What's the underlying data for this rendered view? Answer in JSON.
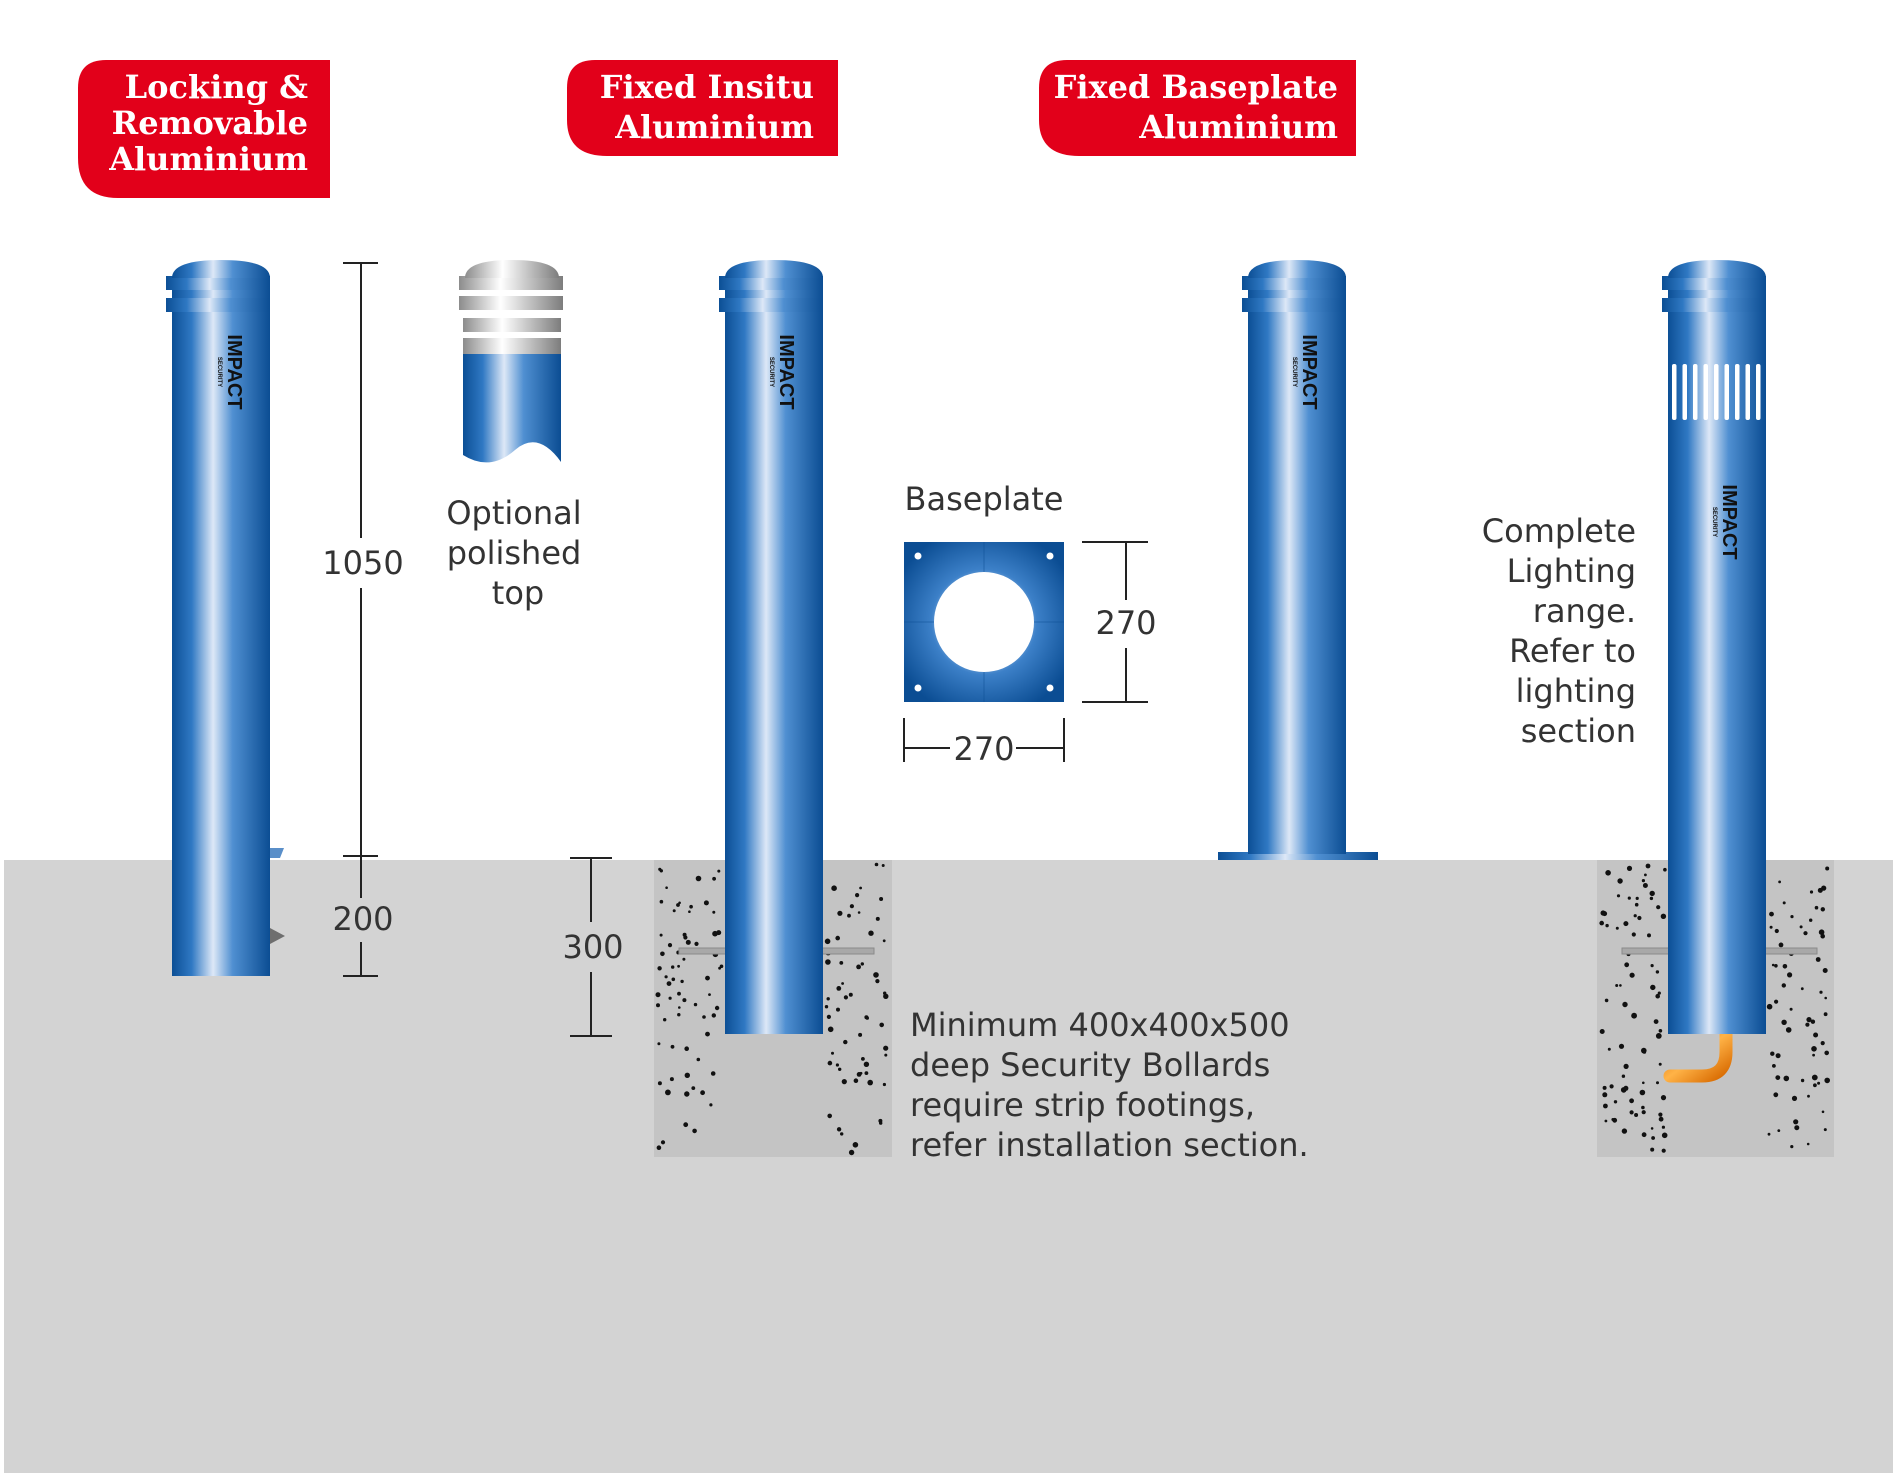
{
  "labels": {
    "locking": {
      "line1": "Locking &",
      "line2": "Removable",
      "line3": "Aluminium"
    },
    "insitu": {
      "line1": "Fixed Insitu",
      "line2": "Aluminium"
    },
    "baseplate_type": {
      "line1": "Fixed Baseplate",
      "line2": "Aluminium"
    }
  },
  "dimensions": {
    "height_above": "1050",
    "depth_removable": "200",
    "depth_insitu": "300",
    "plate_height": "270",
    "plate_width": "270"
  },
  "notes": {
    "optional_top": {
      "line1": "Optional",
      "line2": "polished",
      "line3": "top"
    },
    "baseplate_title": "Baseplate",
    "footing": {
      "line1": "Minimum  400x400x500",
      "line2": "deep Security Bollards",
      "line3": "require strip footings,",
      "line4": "refer installation section."
    },
    "lighting": {
      "line1": "Complete",
      "line2": "Lighting",
      "line3": "range.",
      "line4": "Refer to",
      "line5": "lighting",
      "line6": "section"
    }
  },
  "brand": {
    "name": "IMPACT",
    "sub": "SECURITY"
  },
  "colors": {
    "label_red": "#e2001a",
    "bollard_blue": "#1b66b0",
    "ground_grey": "#d3d3d3",
    "concrete_grey": "#c4c4c4",
    "conduit_orange": "#ef7d00"
  }
}
